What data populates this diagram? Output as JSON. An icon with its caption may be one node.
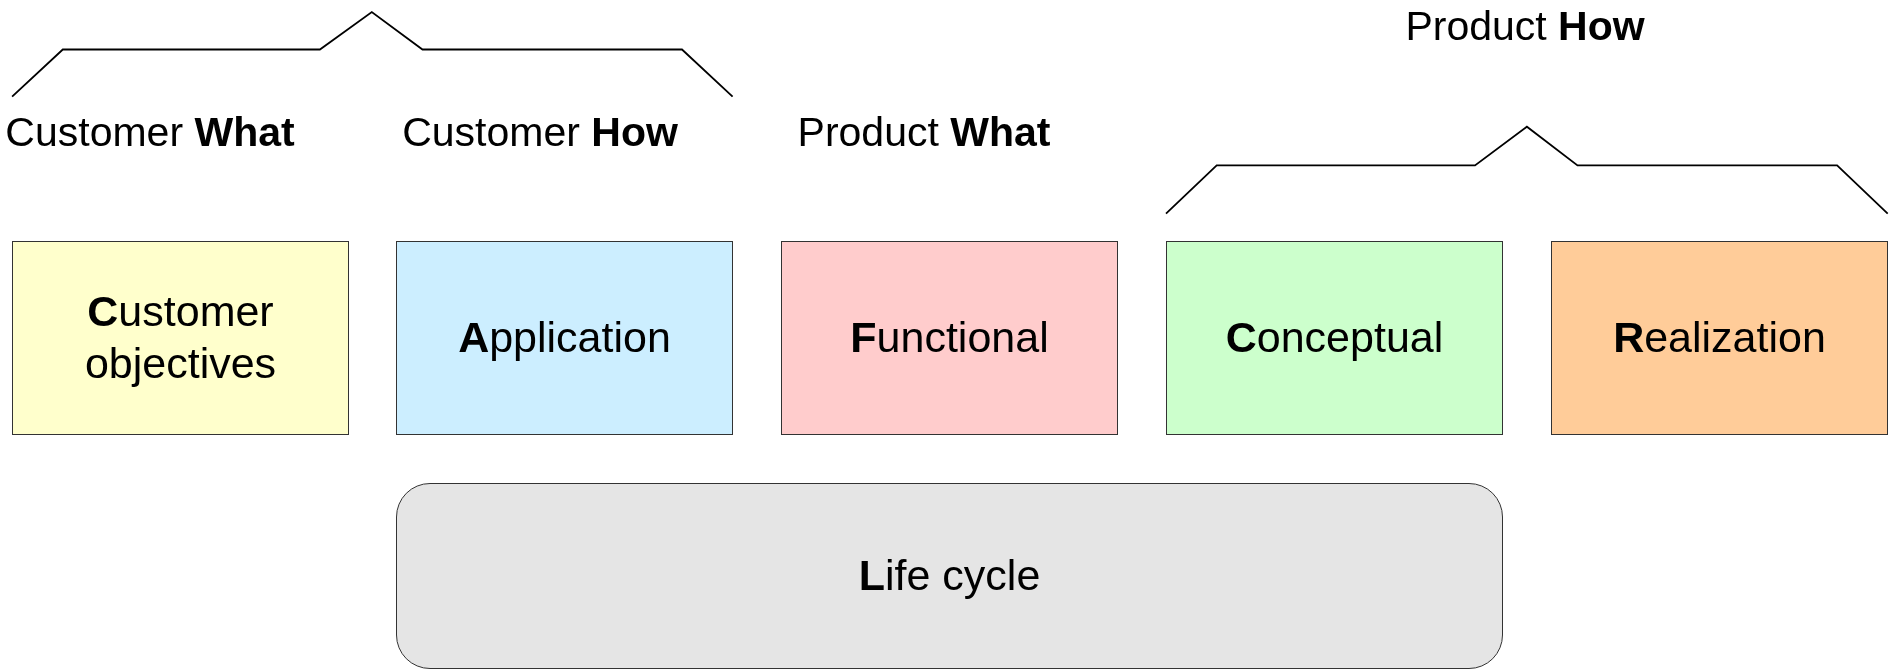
{
  "diagram": {
    "nodes": [
      {
        "text": [
          "**C**ustomer objectives"
        ]
      },
      {
        "text": [
          "**A**pplication"
        ]
      },
      {
        "text": [
          "**F**unctional"
        ]
      },
      {
        "text": [
          "**C**onceptual"
        ]
      },
      {
        "text": [
          "**R**ealization"
        ]
      },
      {
        "text": [
          "**L**ife cycle"
        ]
      }
    ],
    "edges": [],
    "labels": [
      "Product **How**",
      "Customer **What**",
      "Customer **How**",
      "Product **What**"
    ]
  }
}
